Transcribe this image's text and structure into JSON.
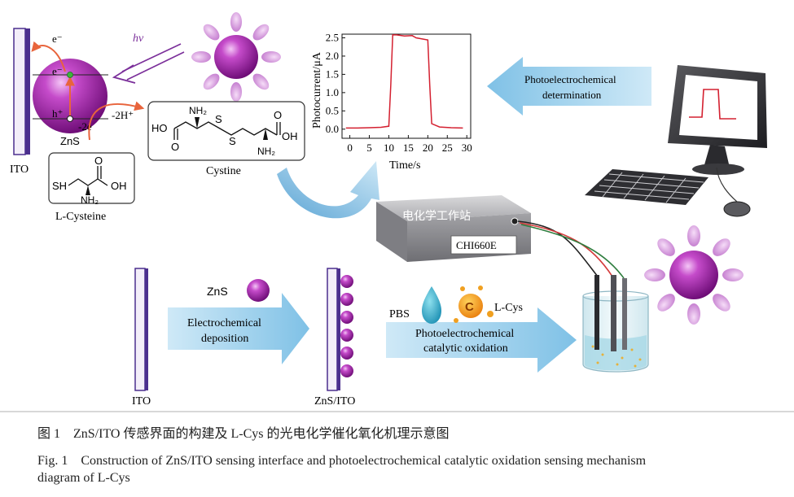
{
  "labels": {
    "ito_top": "ITO",
    "e_minus_top": "e⁻",
    "e_minus": "e⁻",
    "h_plus": "h⁺",
    "minus_2e": "-2e",
    "minus_2h": "-2H⁺",
    "zns_particle": "ZnS",
    "hv": "hν",
    "cysteine_name": "L-Cysteine",
    "cystine_name": "Cystine",
    "ito_bottom": "ITO",
    "zns_label": "ZnS",
    "zns_ito": "ZnS/ITO",
    "pbs": "PBS",
    "lcys": "L-Cys",
    "vitamin_c": "C",
    "workstation_cn": "电化学工作站",
    "workstation_model": "CHI660E"
  },
  "chemistry": {
    "cysteine": {
      "sh": "SH",
      "oh": "OH",
      "o": "O",
      "nh2": "NH₂"
    },
    "cystine": {
      "ho": "HO",
      "oh": "OH",
      "o_left": "O",
      "o_right": "O",
      "s1": "S",
      "s2": "S",
      "nh2_top": "NH₂",
      "nh2_bottom": "NH₂"
    }
  },
  "arrows": {
    "photoelectrochemical_determination": [
      "Photoelectrochemical",
      "determination"
    ],
    "electrochemical_deposition": [
      "Electrochemical",
      "deposition"
    ],
    "catalytic_oxidation": [
      "Photoelectrochemical",
      "catalytic oxidation"
    ]
  },
  "colors": {
    "sphere": "#a61fa8",
    "petal": "#d08fd6",
    "electrode_fill": "#f3eef9",
    "electrode_edge": "#4b2f8e",
    "arrow_blue": "#9ad0ec",
    "red_arrow": "#e8643c",
    "trace": "#d42030"
  },
  "caption": {
    "cn": "图 1　ZnS/ITO 传感界面的构建及 L-Cys 的光电化学催化氧化机理示意图",
    "en1": "Fig. 1　Construction of ZnS/ITO sensing interface and photoelectrochemical catalytic oxidation sensing mechanism",
    "en2": "diagram of L-Cys"
  },
  "chart_data": {
    "type": "line",
    "title": "",
    "xlabel": "Time/s",
    "ylabel": "Photocurrent/μA",
    "xlim": [
      -2,
      31
    ],
    "ylim": [
      -0.25,
      2.6
    ],
    "xticks": [
      0,
      5,
      10,
      15,
      20,
      25,
      30
    ],
    "yticks": [
      0.0,
      0.5,
      1.0,
      1.5,
      2.0,
      2.5
    ],
    "ytick_labels": [
      "0.0",
      "0.5",
      "1.0",
      "1.5",
      "2.0",
      "2.5"
    ],
    "series": [
      {
        "color": "#d42030",
        "x": [
          -1,
          2,
          5,
          8,
          10,
          10.5,
          11,
          12,
          14,
          16,
          17,
          18,
          19,
          20,
          20.5,
          21,
          23,
          26,
          29
        ],
        "y": [
          0.03,
          0.03,
          0.04,
          0.05,
          0.08,
          1.2,
          2.58,
          2.58,
          2.55,
          2.56,
          2.5,
          2.48,
          2.46,
          2.44,
          1.2,
          0.15,
          0.06,
          0.04,
          0.03
        ]
      }
    ]
  }
}
